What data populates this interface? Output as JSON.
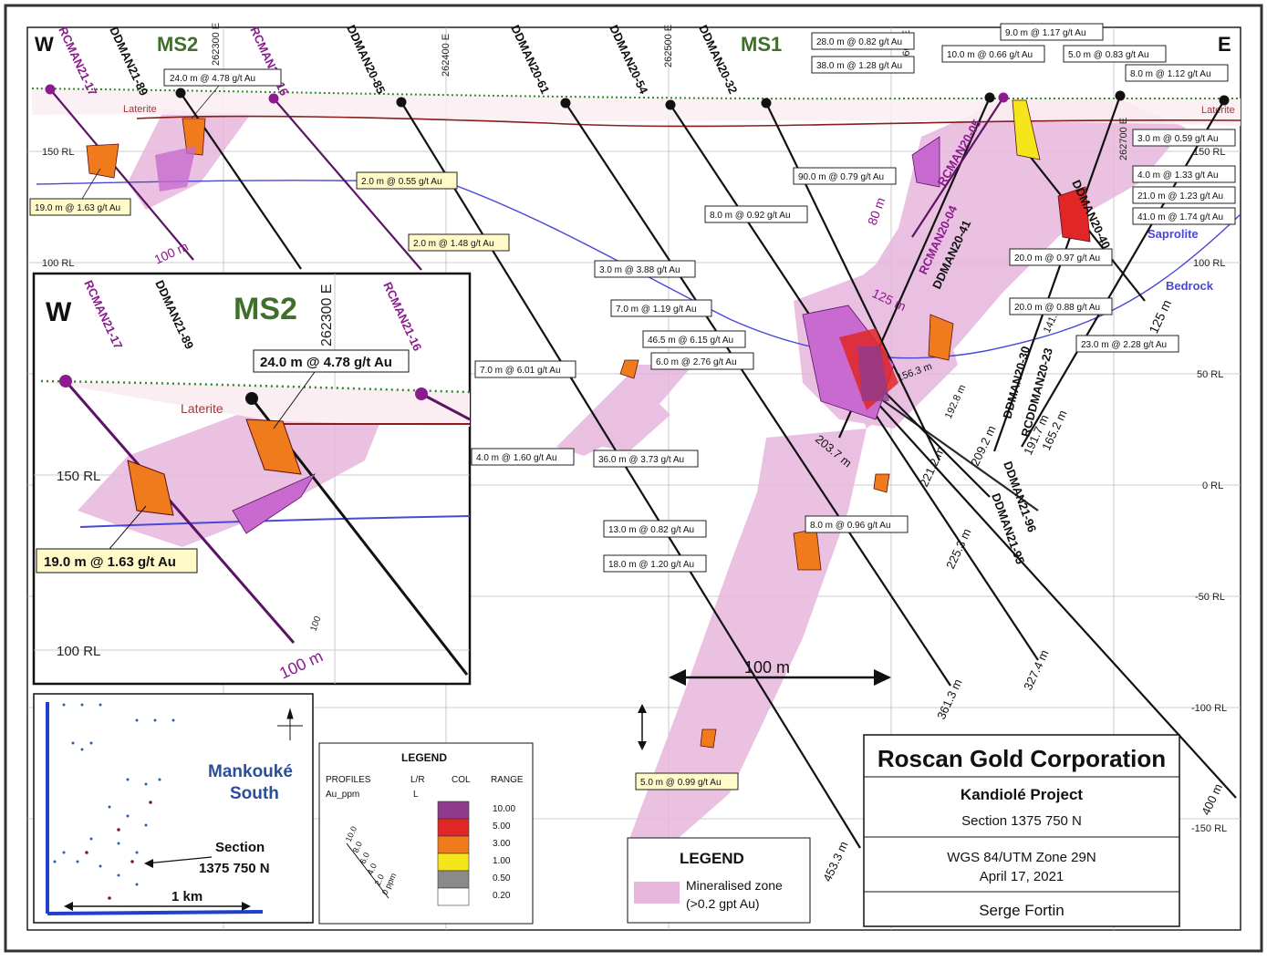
{
  "orientation": {
    "west": "W",
    "east": "E"
  },
  "zones": {
    "ms1": "MS1",
    "ms2": "MS2"
  },
  "colors": {
    "ms_green": "#3f6f2a",
    "rc_purple": "#8b1b8f",
    "mineral_pink": "#e7b6dd",
    "laterite_red": "#8b1c1c",
    "saprolite_blue": "#4848d6"
  },
  "eastings": [
    "262300 E",
    "262400 E",
    "262500 E",
    "262600 E",
    "262700 E"
  ],
  "rl_labels": [
    "150 RL",
    "100 RL",
    "50 RL",
    "0 RL",
    "-50 RL",
    "-100 RL",
    "-150 RL"
  ],
  "layers": {
    "laterite": "Laterite",
    "saprolite": "Saprolite",
    "bedrock": "Bedrock"
  },
  "holes": {
    "rcman21_17": "RCMAN21-17",
    "ddman21_89": "DDMAN21-89",
    "rcman21_16": "RCMAN21-16",
    "ddman20_85": "DDMAN20-85",
    "ddman20_61": "DDMAN20-61",
    "ddman20_54": "DDMAN20-54",
    "ddman20_32": "DDMAN20-32",
    "rcman20_05": "RCMAN20-05",
    "rcman20_04": "RCMAN20-04",
    "ddman20_41": "DDMAN20-41",
    "ddman20_40": "DDMAN20-40",
    "ddman20_30": "DDMAN20-30",
    "rcddman20_23": "RCDDMAN20-23",
    "ddman21_96": "DDMAN21-96",
    "ddman21_95": "DDMAN21-95"
  },
  "depths": {
    "d100": "100 m",
    "d80": "80 m",
    "d125a": "125 m",
    "d125b": "125 m",
    "d453": "453.3 m",
    "d361": "361.3 m",
    "d327": "327.4 m",
    "d225": "225.3 m",
    "d221": "221.2 m",
    "d203": "203.7 m",
    "d209": "209.2 m",
    "d191": "191.7 m",
    "d165": "165.2 m",
    "d192": "192.8 m",
    "d400": "400 m",
    "d156": "156.3 m",
    "d141": "141.1 m"
  },
  "intercepts": [
    "24.0 m @ 4.78 g/t Au",
    "19.0 m @ 1.63 g/t Au",
    "2.0 m @ 0.55 g/t Au",
    "2.0 m @ 1.48 g/t Au",
    "28.0 m @ 0.82 g/t Au",
    "38.0 m @ 1.28 g/t Au",
    "10.0 m @ 0.66 g/t Au",
    "9.0 m @ 1.17 g/t Au",
    "5.0 m @ 0.83 g/t Au",
    "8.0 m @ 1.12 g/t Au",
    "3.0 m @ 0.59 g/t Au",
    "4.0 m @ 1.33 g/t Au",
    "21.0 m @ 1.23 g/t Au",
    "41.0 m @ 1.74 g/t Au",
    "90.0 m @ 0.79 g/t Au",
    "8.0 m @ 0.92 g/t Au",
    "20.0 m @ 0.97 g/t Au",
    "3.0 m @ 3.88 g/t Au",
    "7.0 m @ 1.19 g/t Au",
    "20.0 m @ 0.88 g/t Au",
    "46.5 m @ 6.15 g/t Au",
    "6.0 m @ 2.76 g/t Au",
    "23.0 m @ 2.28 g/t Au",
    "7.0 m @ 6.01 g/t Au",
    "4.0 m @ 1.60 g/t Au",
    "36.0 m @ 3.73 g/t Au",
    "13.0 m @ 0.82 g/t Au",
    "8.0 m @ 0.96 g/t Au",
    "18.0 m @ 1.20 g/t Au",
    "5.0 m @ 0.99 g/t Au"
  ],
  "scale_bar": "100 m",
  "inset": {
    "w": "W",
    "ms2": "MS2",
    "easting": "262300 E",
    "hole_a": "RCMAN21-17",
    "hole_b": "DDMAN21-89",
    "hole_c": "RCMAN21-16",
    "intercept_a": "24.0 m @ 4.78 g/t Au",
    "intercept_b": "19.0 m @ 1.63 g/t Au",
    "laterite": "Laterite",
    "rl150": "150 RL",
    "rl100": "100 RL",
    "depth": "100 m",
    "tick": "100"
  },
  "location_map": {
    "title_line1": "Mankouké",
    "title_line2": "South",
    "section_line1": "Section",
    "section_line2": "1375 750 N",
    "scale": "1 km"
  },
  "profile_legend": {
    "title": "LEGEND",
    "profiles": "PROFILES",
    "lr": "L/R",
    "col": "COL",
    "range": "RANGE",
    "field": "Au_ppm",
    "side": "L",
    "scale_ticks": [
      "10.0",
      "8.0",
      "6.0",
      "4.0",
      "2.0",
      "0 ppm"
    ],
    "ranges": [
      {
        "value": "10.00",
        "color": "#8e3b8e"
      },
      {
        "value": "5.00",
        "color": "#e02626"
      },
      {
        "value": "3.00",
        "color": "#f07b1c"
      },
      {
        "value": "1.00",
        "color": "#f5e61c"
      },
      {
        "value": "0.50",
        "color": "#8a8a8a"
      },
      {
        "value": "0.20",
        "color": "#ffffff"
      }
    ]
  },
  "zone_legend": {
    "title": "LEGEND",
    "item_line1": "Mineralised zone",
    "item_line2": "(>0.2 gpt Au)"
  },
  "title_block": {
    "company": "Roscan Gold Corporation",
    "project": "Kandiolé Project",
    "section": "Section 1375 750 N",
    "datum": "WGS 84/UTM Zone 29N",
    "date": "April 17, 2021",
    "author": "Serge Fortin"
  }
}
